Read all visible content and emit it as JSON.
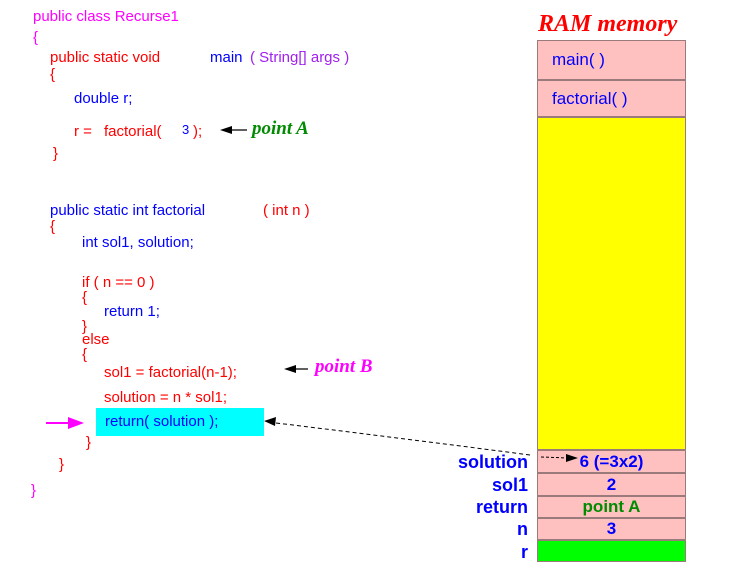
{
  "code": {
    "class_decl": "public class Recurse1",
    "open_class": "{",
    "main_kw": "public  static  void",
    "main_name": "main",
    "main_params": "( String[] args )",
    "open_main": "{",
    "decl_r": "double r;",
    "assign_lhs": "r =",
    "assign_call": "factorial(",
    "assign_arg": "3",
    "assign_close": ");",
    "close_main": "}",
    "fact_sig": "public static int  factorial",
    "fact_params": "(  int n   )",
    "open_fact": "{",
    "decl_sol": "int sol1, solution;",
    "if_cond": "if ( n == 0 )",
    "open_if": "{",
    "return_one": "return 1;",
    "close_if": "}",
    "else_kw": "else",
    "open_else": "{",
    "recursive_call": "sol1 = factorial(n-1);",
    "multiply": "solution = n * sol1;",
    "return_solution": "return( solution );",
    "close_else": "}",
    "close_fact": "}",
    "close_class": "}"
  },
  "annotations": {
    "point_a": "point A",
    "point_b": "point B"
  },
  "ram": {
    "title": "RAM memory",
    "frames": [
      "main( )",
      "factorial( )"
    ],
    "cells": [
      {
        "label": "solution",
        "value": "6 (=3x2)"
      },
      {
        "label": "sol1",
        "value": "2"
      },
      {
        "label": "return",
        "value": "point A"
      },
      {
        "label": "n",
        "value": "3"
      },
      {
        "label": "r",
        "value": ""
      }
    ]
  },
  "colors": {
    "keyword": "#ff0000",
    "code_text": "#0000ff",
    "class_text": "#ff00ff",
    "highlight": "#00ffff",
    "stack_frame": "#ffc0c0",
    "free_memory": "#ffff00",
    "main_var": "#00ff00",
    "annotation_a": "#008b00",
    "annotation_b": "#ff00ff"
  }
}
